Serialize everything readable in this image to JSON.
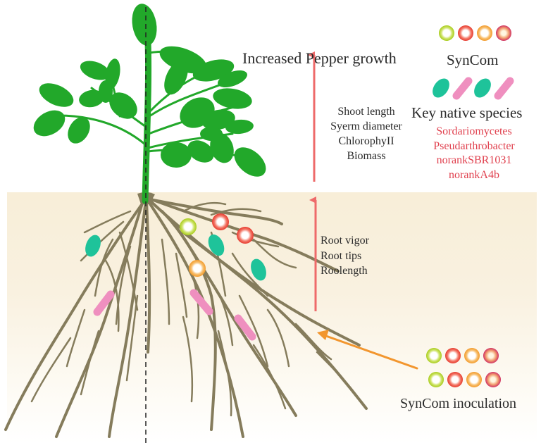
{
  "title": "Increased Pepper growth",
  "shoot_traits": [
    "Shoot length",
    "Syerm diameter",
    "ChlorophyII",
    "Biomass"
  ],
  "root_traits": [
    "Root vigor",
    "Root tips",
    "Roolength"
  ],
  "legend": {
    "syncom_label": "SynCom",
    "native_label": "Key native species",
    "native_species": [
      "Sordariomycetes",
      "Pseudarthrobacter",
      "norankSBR1031",
      "norankA4b"
    ]
  },
  "inoculation_label": "SynCom inoculation",
  "colors": {
    "leaf": "#22a82a",
    "root": "#857c5c",
    "soil": "#f8eed8",
    "growth_arrow": "#ee6a6a",
    "inoculation_arrow": "#f2962e",
    "species_text": "#e0404e",
    "native_oval": "#1ec39a",
    "native_rod": "#ef8fbf",
    "syncom_strains": [
      "#b8d62a",
      "#ee4a3a",
      "#f4a640",
      "#d9406a"
    ]
  }
}
